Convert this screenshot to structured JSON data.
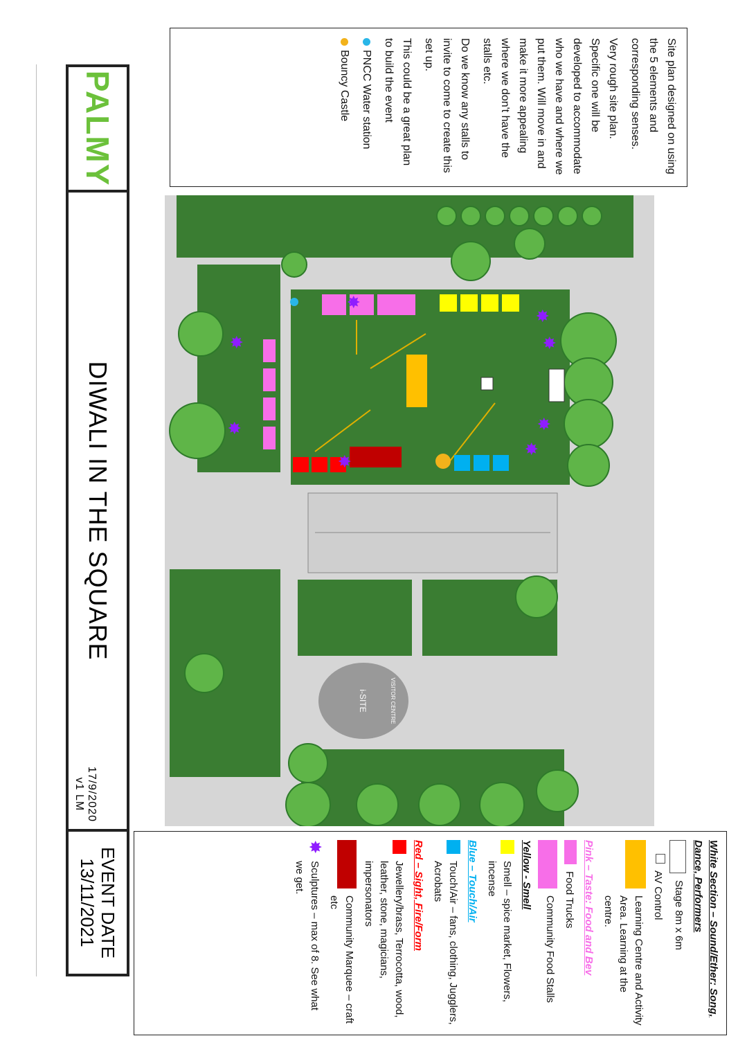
{
  "notes": {
    "paragraphs": [
      "Site plan designed on using the 5 elements and corresponding senses.",
      "Very rough site plan. Specific one will be developed to accommodate who we have and where we put them. Will move in and make it more appealing where we don't have the stalls etc.",
      "Do we know any stalls to invite to come to create this set up.",
      "This could be a great plan to build the event"
    ],
    "key": [
      {
        "label": "PNCC Water station",
        "color": "#29b6e8"
      },
      {
        "label": "Bouncy Castle",
        "color": "#f2b21b"
      }
    ]
  },
  "legend": {
    "white_heading": "White Section – Sound/Ether: Song, Dance, Performers",
    "stage": "Stage 8m x 6m",
    "av": "AV Control",
    "learning": "Learning Centre and Activity Area. Learning at the centre.",
    "pink_heading": "Pink – Taste: Food and Bev",
    "food_trucks": "Food Trucks",
    "food_stalls": "Community Food Stalls",
    "yellow_heading": "Yellow - Smell",
    "smell": "Smell – spice market, Flowers, incense",
    "blue_heading": "Blue – Touch/Air",
    "touch": "Touch/Air – fans, clothing, Jugglers, Acrobats",
    "red_heading": "Red – Sight, Fire/Form",
    "sight": "Jewellery/brass, Terrocotta, wood, leather, stone, magicians, impersonators",
    "marquee": "Community Marquee – craft etc",
    "sculptures": "Sculptures – max of 8. See what we get."
  },
  "colors": {
    "pink": "#f76ee8",
    "yellow": "#ffff00",
    "blue": "#00b0f0",
    "red": "#ff0000",
    "darkred": "#c00000",
    "orange": "#ffc000",
    "purple": "#8f1dff",
    "grass": "#3a7d32",
    "paving": "#d6d6d6"
  },
  "title_block": {
    "logo": "PALMY",
    "title": "DIWALI IN THE SQUARE",
    "version_date": "17/9/2020",
    "version": "v1 LM",
    "event_date_label": "EVENT DATE",
    "event_date": "13/11/2021"
  },
  "map": {
    "centre_label": "VISITOR CENTRE",
    "site_label": "i-SITE"
  }
}
